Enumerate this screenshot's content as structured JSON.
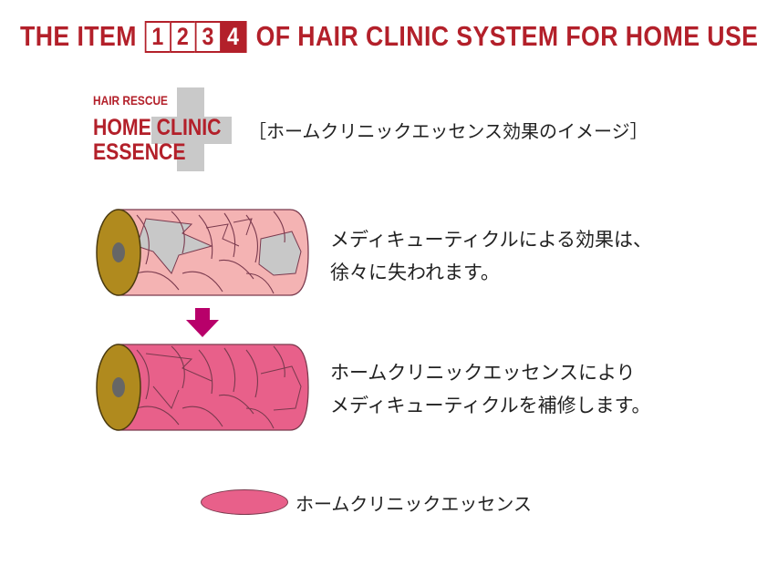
{
  "header": {
    "prefix": "THE ITEM",
    "numbers": [
      "1",
      "2",
      "3",
      "4"
    ],
    "active_index": 3,
    "suffix": "OF HAIR CLINIC SYSTEM FOR HOME USE"
  },
  "logo": {
    "line1": "HAIR RESCUE",
    "line2": "HOME CLINIC",
    "line3": "ESSENCE"
  },
  "caption": "［ホームクリニックエッセンス効果のイメージ］",
  "step1": {
    "line1": "メディキューティクルによる効果は、",
    "line2": "徐々に失われます。"
  },
  "step2": {
    "line1": "ホームクリニックエッセンスにより",
    "line2": "メディキューティクルを補修します。"
  },
  "legend": {
    "label": "ホームクリニックエッセンス"
  },
  "colors": {
    "brand_red": "#b3202a",
    "logo_plus_gray": "#c9c9c9",
    "hair_core_gold": "#b08a1e",
    "hair_pith": "#666666",
    "cuticle_pale_pink": "#f4b3b3",
    "cuticle_gray": "#c8c8c8",
    "essence_pink": "#e8608a",
    "arrow_magenta": "#b8006a"
  }
}
